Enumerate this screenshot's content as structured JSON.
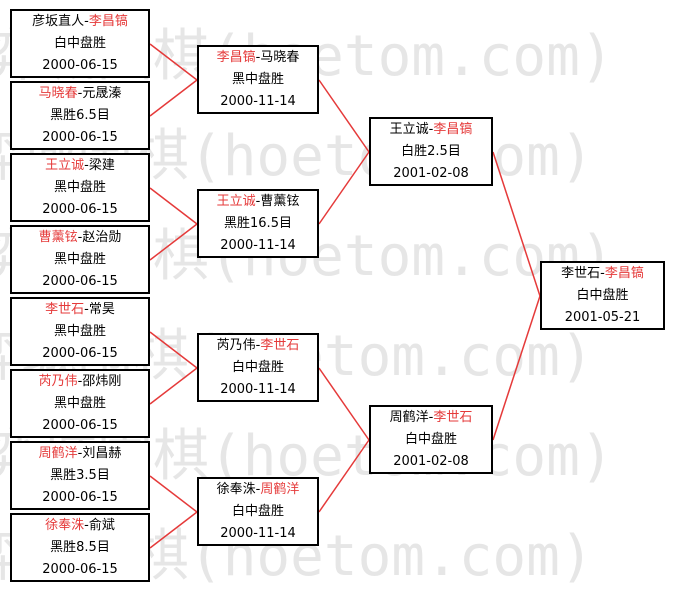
{
  "watermark": "弈城围棋(hoetom.com)",
  "colors": {
    "winner": "#e53a3a",
    "line": "#e53a3a",
    "text": "#000000",
    "watermark": "#e6e6e6"
  },
  "round1": [
    {
      "p1": "彦坂直人",
      "sep": "-",
      "p2": "李昌镐",
      "winner": 2,
      "result": "白中盘胜",
      "date": "2000-06-15"
    },
    {
      "p1": "马晓春",
      "sep": "-",
      "p2": "元晟溱",
      "winner": 1,
      "result": "黑胜6.5目",
      "date": "2000-06-15"
    },
    {
      "p1": "王立诚",
      "sep": "-",
      "p2": "梁建",
      "winner": 1,
      "result": "黑中盘胜",
      "date": "2000-06-15"
    },
    {
      "p1": "曹薰铉",
      "sep": "-",
      "p2": "赵治勋",
      "winner": 1,
      "result": "黑中盘胜",
      "date": "2000-06-15"
    },
    {
      "p1": "李世石",
      "sep": "-",
      "p2": "常昊",
      "winner": 1,
      "result": "黑中盘胜",
      "date": "2000-06-15"
    },
    {
      "p1": "芮乃伟",
      "sep": "-",
      "p2": "邵炜刚",
      "winner": 1,
      "result": "黑中盘胜",
      "date": "2000-06-15"
    },
    {
      "p1": "周鹤洋",
      "sep": "-",
      "p2": "刘昌赫",
      "winner": 1,
      "result": "黑胜3.5目",
      "date": "2000-06-15"
    },
    {
      "p1": "徐奉洙",
      "sep": "-",
      "p2": "俞斌",
      "winner": 1,
      "result": "黑胜8.5目",
      "date": "2000-06-15"
    }
  ],
  "round2": [
    {
      "p1": "李昌镐",
      "sep": "-",
      "p2": "马晓春",
      "winner": 1,
      "result": "黑中盘胜",
      "date": "2000-11-14"
    },
    {
      "p1": "王立诚",
      "sep": "-",
      "p2": "曹薰铉",
      "winner": 1,
      "result": "黑胜16.5目",
      "date": "2000-11-14"
    },
    {
      "p1": "芮乃伟",
      "sep": "-",
      "p2": "李世石",
      "winner": 2,
      "result": "白中盘胜",
      "date": "2000-11-14"
    },
    {
      "p1": "徐奉洙",
      "sep": "-",
      "p2": "周鹤洋",
      "winner": 2,
      "result": "白中盘胜",
      "date": "2000-11-14"
    }
  ],
  "round3": [
    {
      "p1": "王立诚",
      "sep": "-",
      "p2": "李昌镐",
      "winner": 2,
      "result": "白胜2.5目",
      "date": "2001-02-08"
    },
    {
      "p1": "周鹤洋",
      "sep": "-",
      "p2": "李世石",
      "winner": 2,
      "result": "白中盘胜",
      "date": "2001-02-08"
    }
  ],
  "final": [
    {
      "p1": "李世石",
      "sep": "-",
      "p2": "李昌镐",
      "winner": 2,
      "result": "白中盘胜",
      "date": "2001-05-21"
    }
  ]
}
